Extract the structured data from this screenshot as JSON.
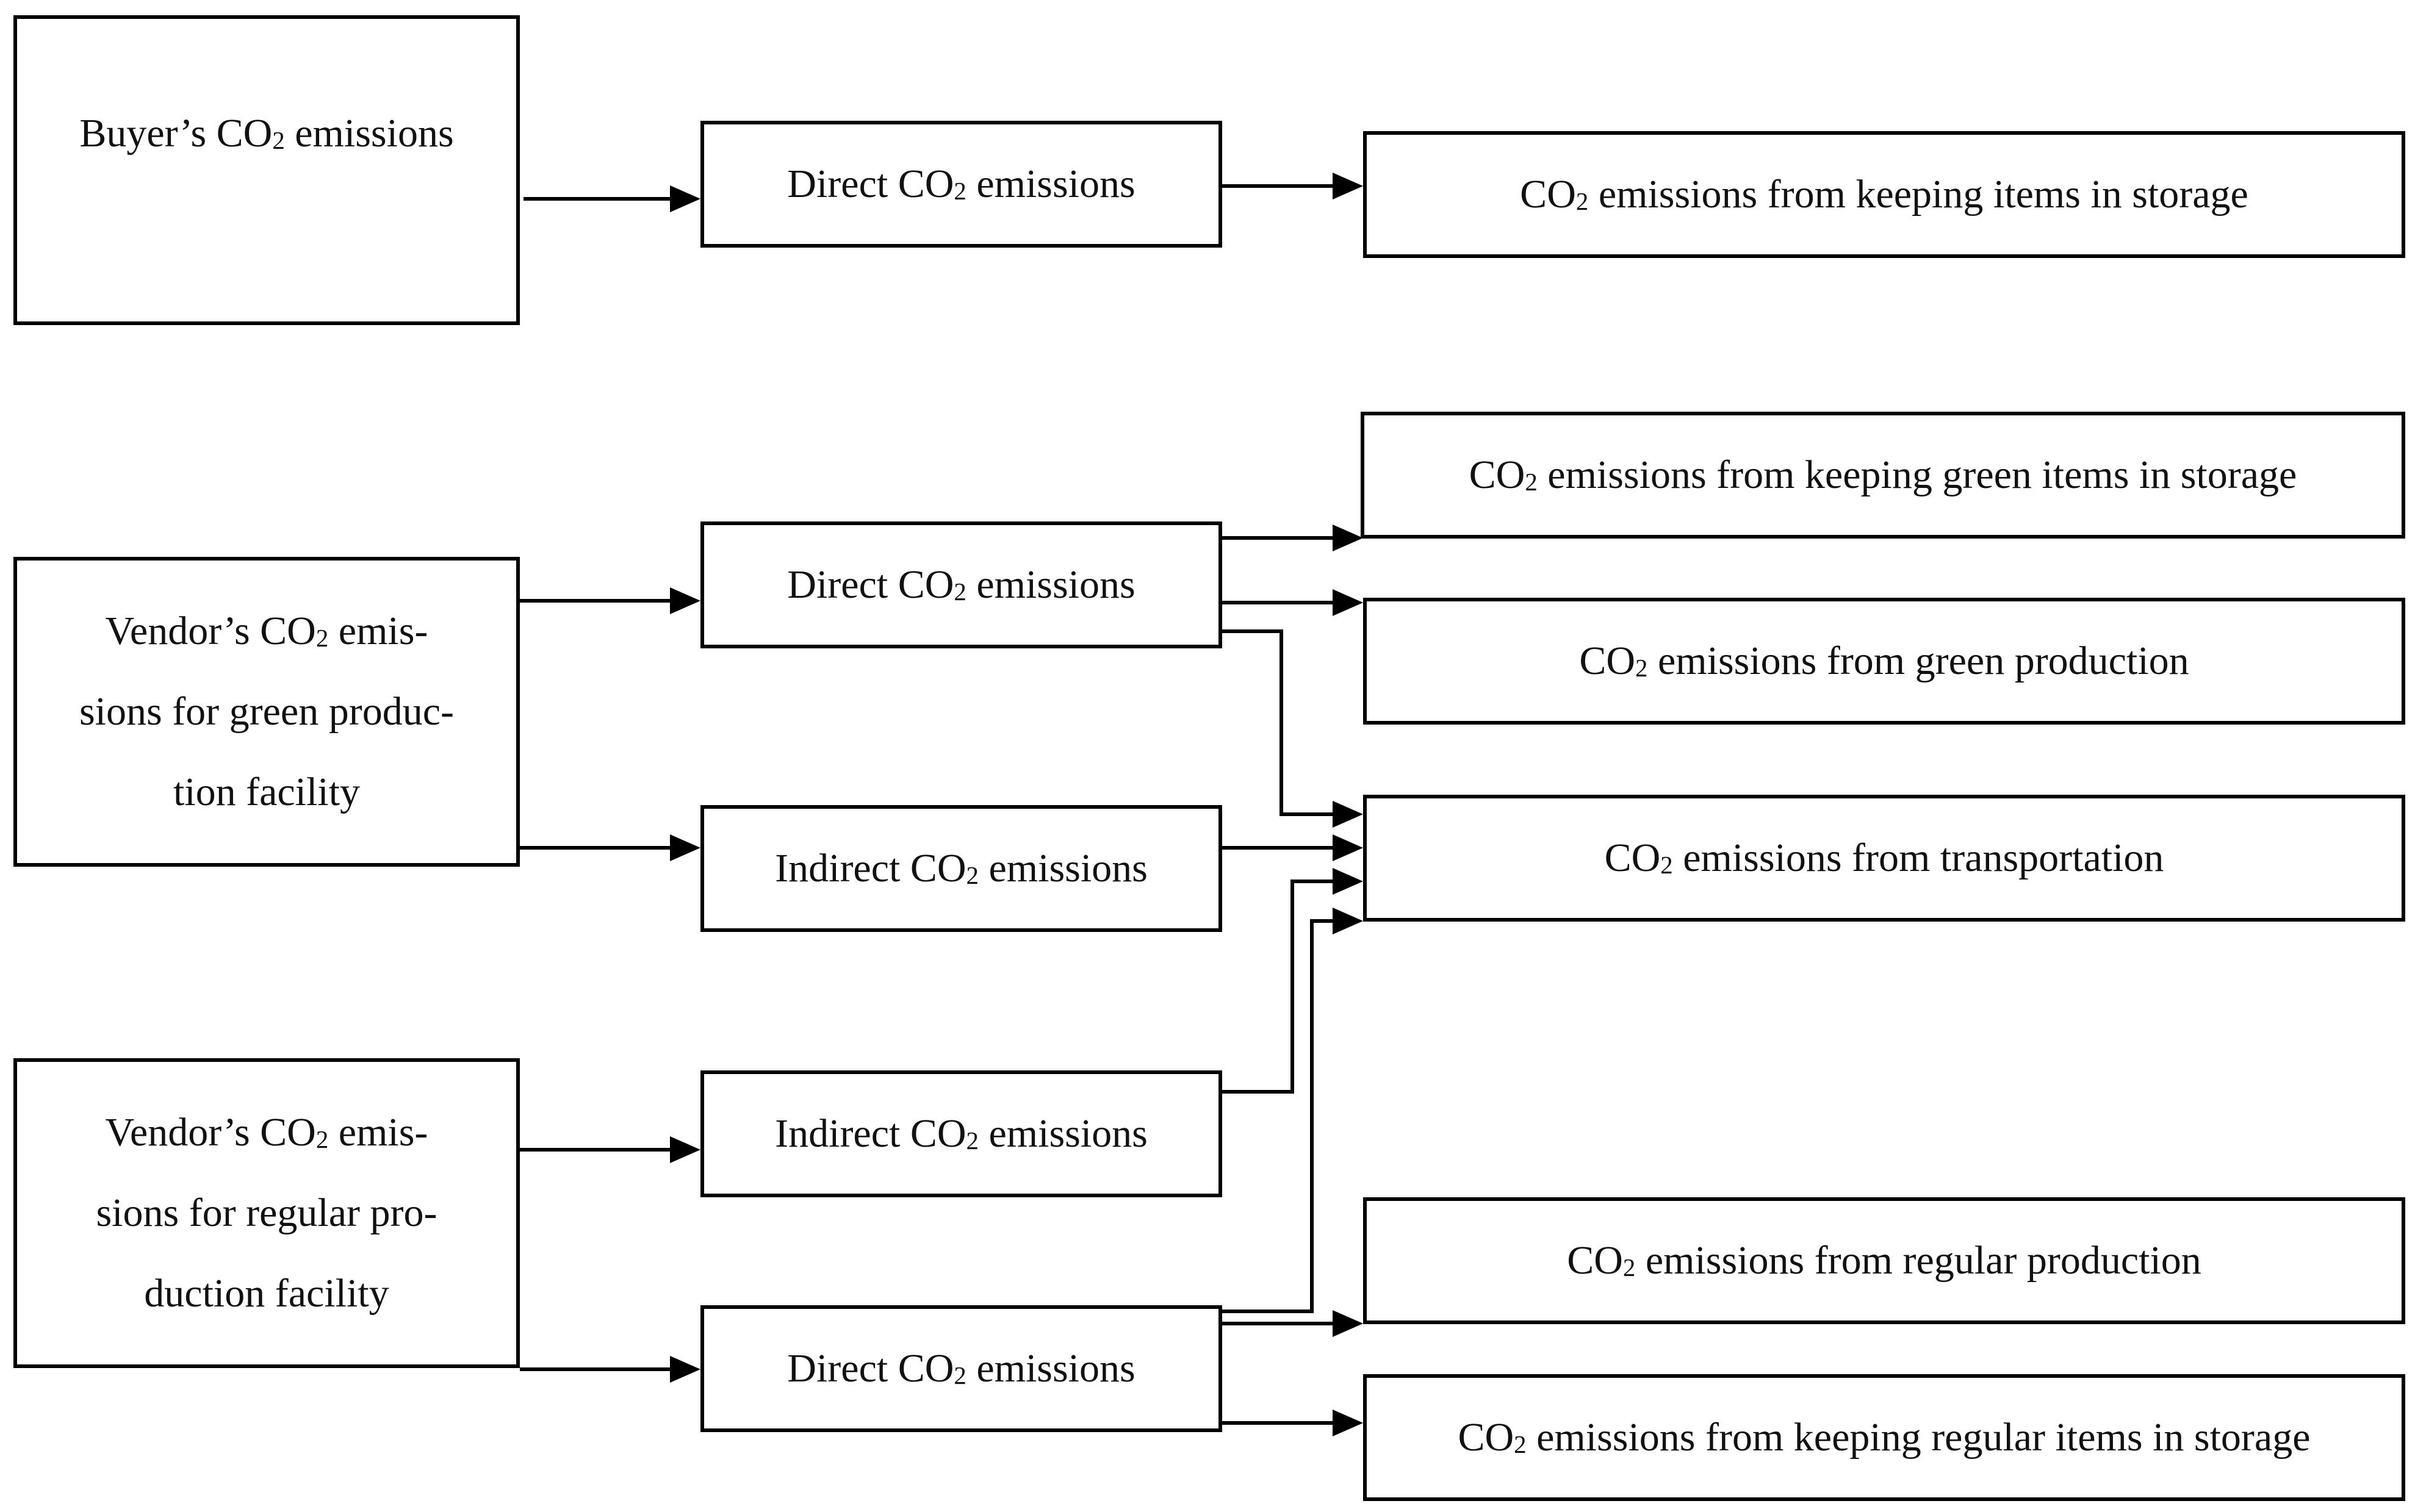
{
  "nodes": {
    "buyer": "Buyer’s CO₂ emissions",
    "buyer_direct": "Direct CO₂ emissions",
    "buyer_storage": "CO₂ emissions from keeping items in storage",
    "vendor_green": "Vendor’s CO₂ emis-\nsions for green produc-\ntion facility",
    "green_direct": "Direct CO₂ emissions",
    "green_indirect": "Indirect CO₂ emissions",
    "green_storage": "CO₂ emissions from keeping green items in storage",
    "green_production": "CO₂ emissions from green production",
    "transportation": "CO₂ emissions from transportation",
    "vendor_regular": "Vendor’s CO₂ emis-\nsions for regular pro-\nduction facility",
    "regular_indirect": "Indirect CO₂ emissions",
    "regular_direct": "Direct CO₂ emissions",
    "regular_production": "CO₂ emissions from regular production",
    "regular_storage": "CO₂ emissions from keeping regular items in storage"
  },
  "edges": [
    {
      "from": "buyer",
      "to": "buyer_direct"
    },
    {
      "from": "buyer_direct",
      "to": "buyer_storage"
    },
    {
      "from": "vendor_green",
      "to": "green_direct"
    },
    {
      "from": "vendor_green",
      "to": "green_indirect"
    },
    {
      "from": "green_direct",
      "to": "green_storage"
    },
    {
      "from": "green_direct",
      "to": "green_production"
    },
    {
      "from": "green_direct",
      "to": "transportation"
    },
    {
      "from": "green_indirect",
      "to": "transportation"
    },
    {
      "from": "regular_indirect",
      "to": "transportation"
    },
    {
      "from": "regular_direct",
      "to": "transportation"
    },
    {
      "from": "vendor_regular",
      "to": "regular_indirect"
    },
    {
      "from": "vendor_regular",
      "to": "regular_direct"
    },
    {
      "from": "regular_direct",
      "to": "regular_production"
    },
    {
      "from": "regular_direct",
      "to": "regular_storage"
    }
  ],
  "colors": {
    "stroke": "#000000",
    "background": "#ffffff",
    "text": "#111111"
  }
}
